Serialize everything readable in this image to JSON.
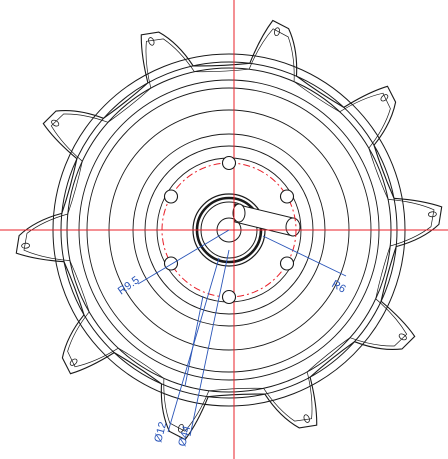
{
  "drawing": {
    "annotations": {
      "r_small": "R9.5",
      "r_pin": "R6",
      "dia_small": "Ø12",
      "dia_large": "Ø44"
    },
    "colors": {
      "outline": "#1a1a1a",
      "centerline": "#e8202a",
      "dimension": "#2a55b8",
      "background": "#ffffff"
    },
    "teeth_count": 10
  }
}
